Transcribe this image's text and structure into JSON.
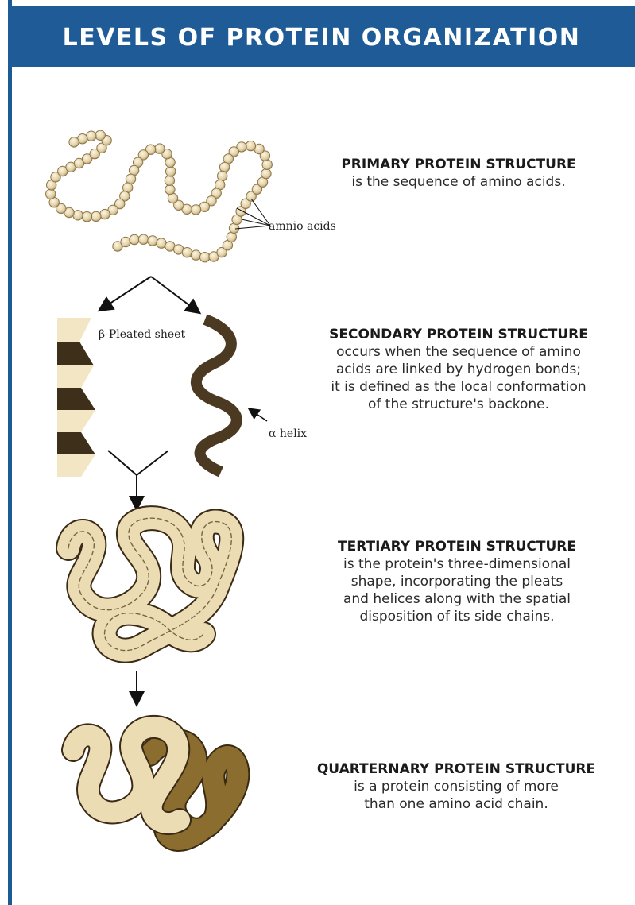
{
  "header": {
    "title": "LEVELS OF PROTEIN ORGANIZATION"
  },
  "levels": [
    {
      "title": "PRIMARY PROTEIN STRUCTURE",
      "body": "is the sequence of amino acids."
    },
    {
      "title": "SECONDARY PROTEIN STRUCTURE",
      "body": "occurs when the sequence of amino\nacids are linked by hydrogen bonds;\nit is defined as the local conformation\nof the structure's backone."
    },
    {
      "title": "TERTIARY PROTEIN STRUCTURE",
      "body": "is the protein's three-dimensional\nshape, incorporating the pleats\nand helices along with the spatial\ndisposition of its side chains."
    },
    {
      "title": "QUARTERNARY PROTEIN STRUCTURE",
      "body": "is a protein consisting of more\nthan one amino acid chain."
    }
  ],
  "labels": {
    "amino_acids": "amnio acids",
    "pleated_sheet": "β-Pleated sheet",
    "alpha_helix": "α helix"
  },
  "colors": {
    "header_bg": "#1f5c97",
    "bead": "#e9dcbc",
    "chain_light": "#ecdcb4",
    "chain_dark": "#4b3a21",
    "chain_olive": "#8a6d2f"
  }
}
